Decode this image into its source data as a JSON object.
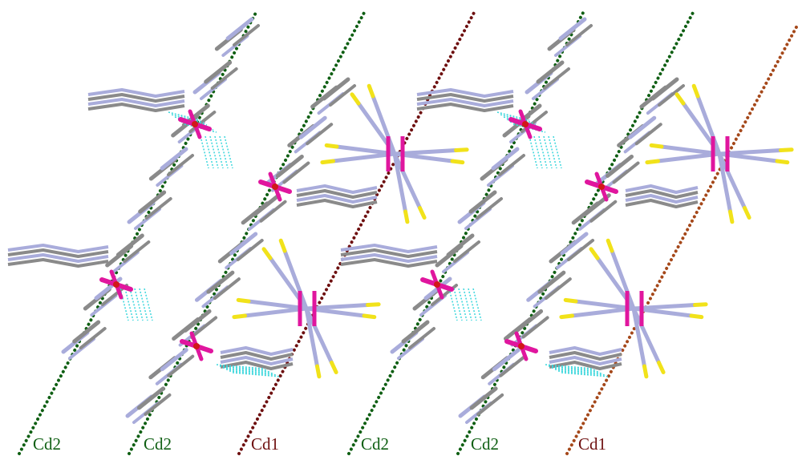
{
  "colors": {
    "background": "#ffffff",
    "cd2_line": "#0f5f13",
    "cd1_line_dark": "#6e1010",
    "cd1_line_brown": "#a5481a",
    "carbon": "#8a8a8a",
    "nitrogen": "#a9acdb",
    "cadmium": "#e0169e",
    "oxygen": "#d11818",
    "sulfur": "#f1e21a",
    "hbond": "#3ad6dc"
  },
  "labels": [
    "Cd2",
    "Cd2",
    "Cd1",
    "Cd2",
    "Cd2",
    "Cd1"
  ],
  "label_colors": [
    "#0f5f13",
    "#0f5f13",
    "#6e1010",
    "#0f5f13",
    "#0f5f13",
    "#6e1010"
  ]
}
